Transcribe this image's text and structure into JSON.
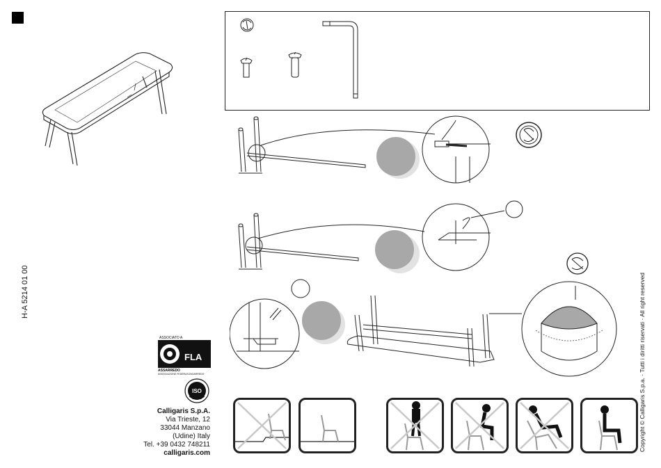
{
  "document": {
    "code": "H-A 5214 01 00",
    "copyright": "Copyright © Calligaris S.p.a. · Tutti i diritti riservati · All right reserved"
  },
  "logos": {
    "fla_top": "ASSOCIATO A",
    "fla_mark": "FLA",
    "fla_name": "ASSARREDO",
    "fla_sub": "ASSOCIAZIONE FEDERLEGNOARREDO",
    "iso_mark": "ISO"
  },
  "company": {
    "name": "Calligaris S.p.A.",
    "street": "Via Trieste, 12",
    "city": "33044 Manzano",
    "region": "(Udine) Italy",
    "phone": "Tel. +39 0432 748211",
    "web": "calligaris.com"
  },
  "icons": [
    "bench-icon",
    "screw-icon",
    "allen-key-icon",
    "rotate-tighten-icon",
    "grey-tone-circle-icon",
    "sitting-figure-icon",
    "chair-icon",
    "crossed-out-icon"
  ],
  "colors": {
    "ink": "#222222",
    "grey_dark": "#a8a8a8",
    "grey_light": "#e2e2e2",
    "warning": "#c8c8c8"
  },
  "usage_pictograms": [
    {
      "name": "uneven-floor",
      "crossed": true
    },
    {
      "name": "flat-floor",
      "crossed": false
    },
    {
      "name": "standing-on-chair",
      "crossed": true
    },
    {
      "name": "sitting-on-edge",
      "crossed": true
    },
    {
      "name": "leaning-back",
      "crossed": true
    },
    {
      "name": "sitting-correctly",
      "crossed": false
    }
  ]
}
